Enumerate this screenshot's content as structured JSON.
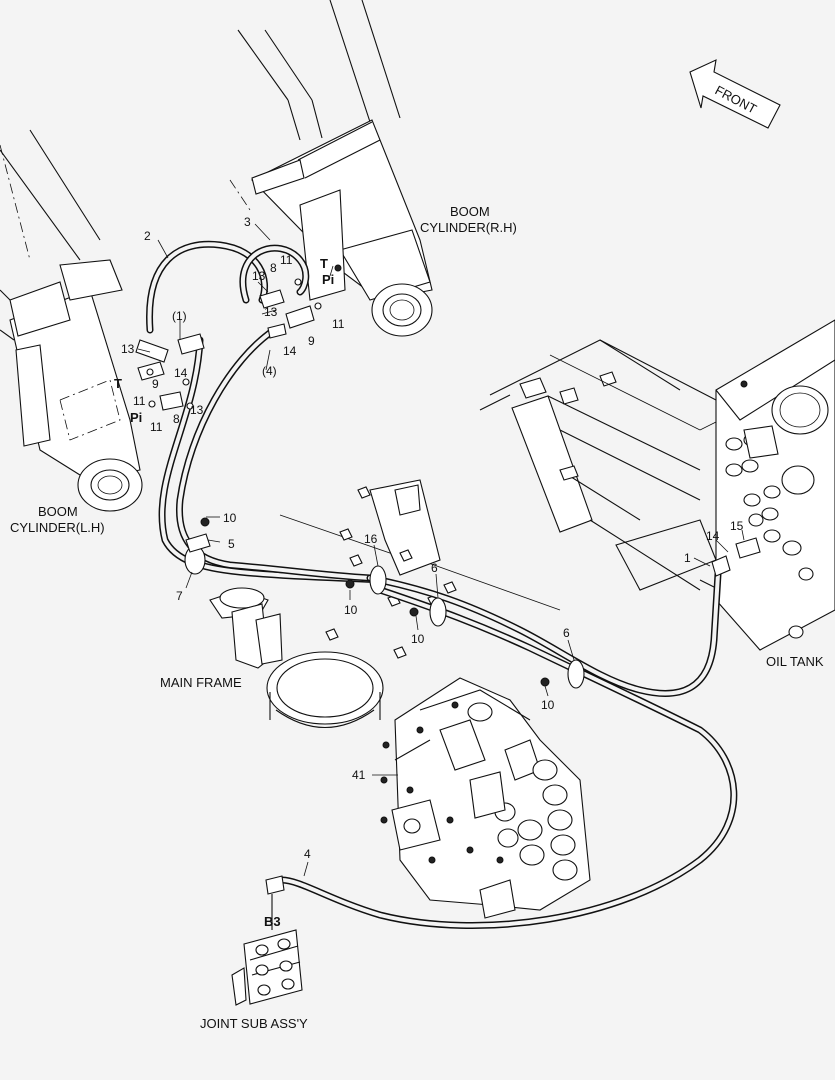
{
  "front_label": "FRONT",
  "components": {
    "boom_rh": [
      "BOOM",
      "CYLINDER(R.H)"
    ],
    "boom_lh": [
      "BOOM",
      "CYLINDER(L.H)"
    ],
    "main_frame": "MAIN FRAME",
    "oil_tank": "OIL TANK",
    "joint_sub": "JOINT SUB ASS'Y"
  },
  "ports": {
    "t": "T",
    "pi": "Pi",
    "b3": "B3"
  },
  "callouts": {
    "c1": "1",
    "c2": "2",
    "c3": "3",
    "c4": "4",
    "c4p": "(4)",
    "c1p": "(1)",
    "c5": "5",
    "c7": "7",
    "c6a": "6",
    "c6b": "6",
    "c8a": "8",
    "c8b": "8",
    "c9a": "9",
    "c9b": "9",
    "c10a": "10",
    "c10b": "10",
    "c10c": "10",
    "c10d": "10",
    "c11a": "11",
    "c11b": "11",
    "c11c": "11",
    "c11d": "11",
    "c13a": "13",
    "c13b": "13",
    "c13c": "13",
    "c13d": "13",
    "c14a": "14",
    "c14b": "14",
    "c14c": "14",
    "c15": "15",
    "c16": "16",
    "c41": "41"
  }
}
